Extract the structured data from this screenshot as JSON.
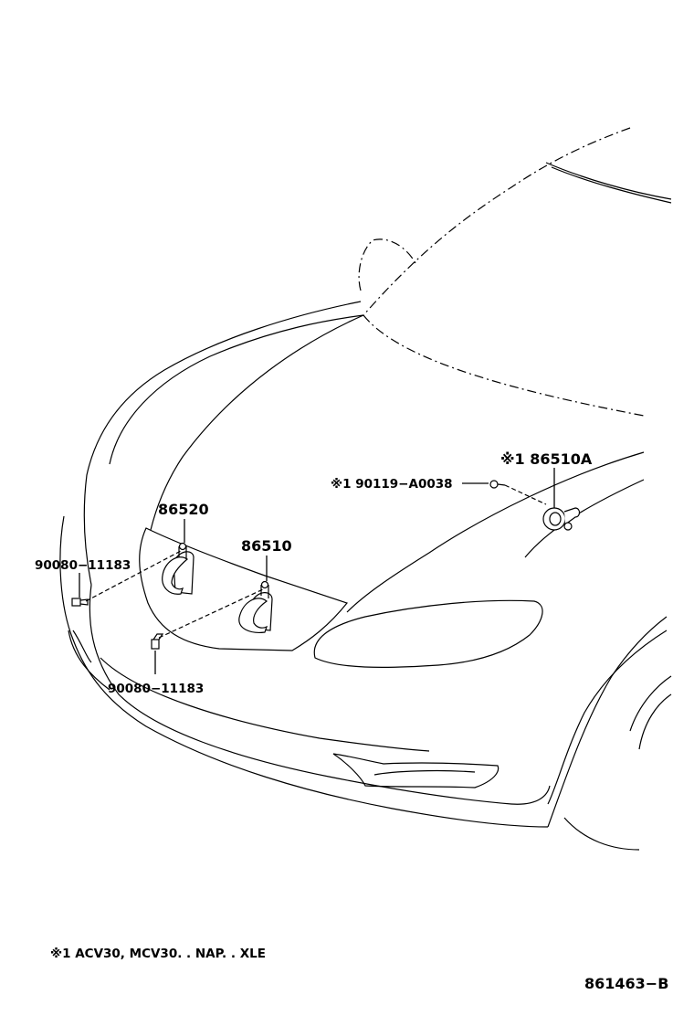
{
  "callouts": {
    "horn_high": "86520",
    "horn_low": "86510",
    "horn_alt": "※1  86510A",
    "bolt_upper": "90080−11183",
    "bolt_lower": "90080−11183",
    "bolt_alt": "※1  90119−A0038"
  },
  "footnote": "※1  ACV30, MCV30. . NAP. . XLE",
  "drawing_number": "861463−B"
}
